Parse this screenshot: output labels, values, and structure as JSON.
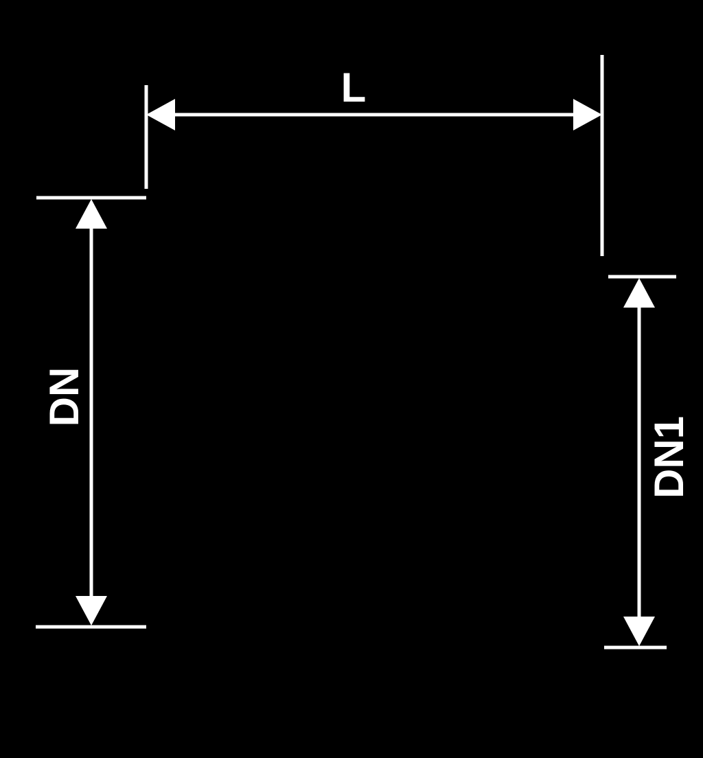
{
  "colors": {
    "background": "#000000",
    "line": "#ffffff"
  },
  "dimensions": {
    "length_label": "L",
    "inlet_diameter_label": "DN",
    "outlet_diameter_label": "DN1"
  }
}
